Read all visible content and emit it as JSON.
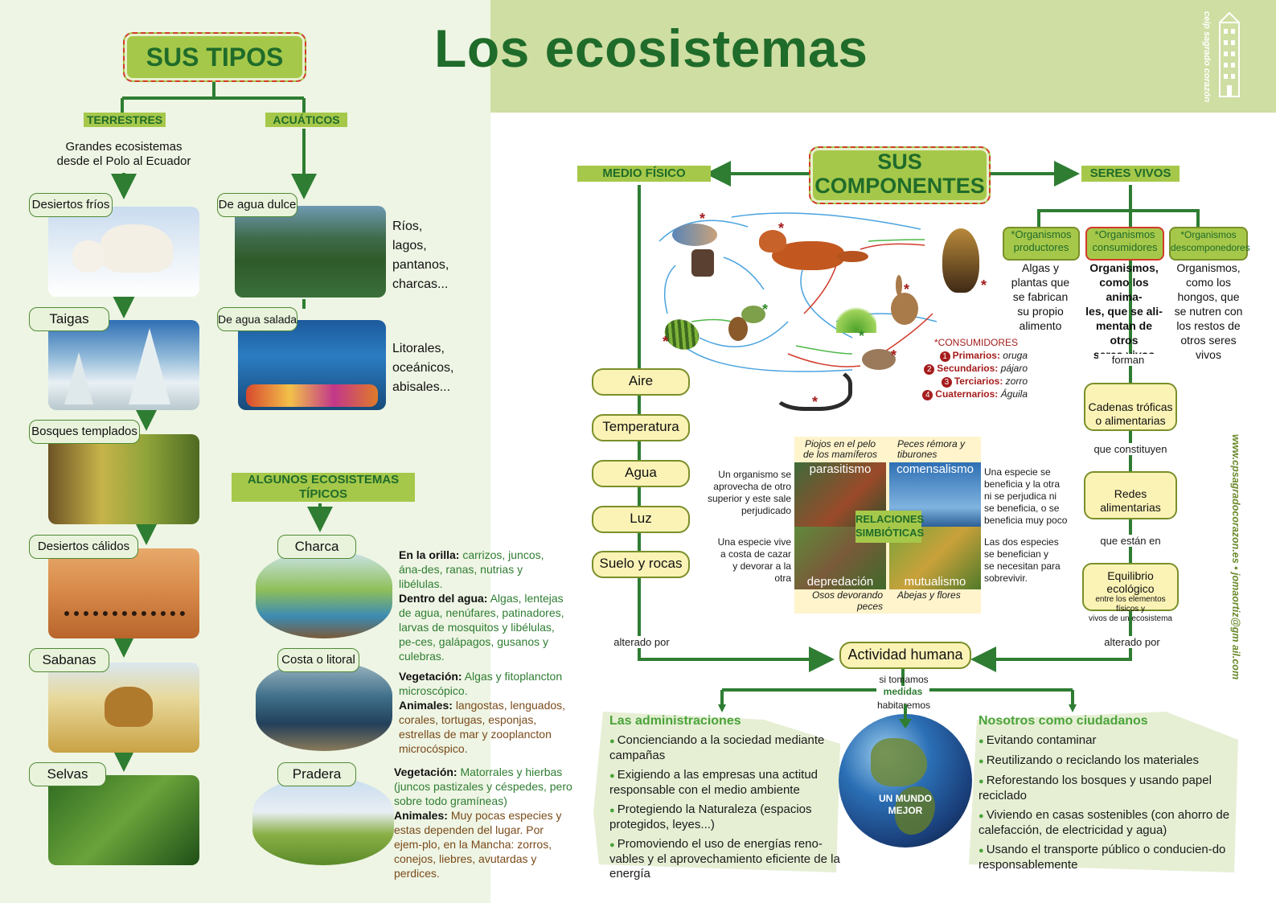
{
  "title": "Los ecosistemas",
  "school": "ceip sagrado corazón",
  "website": "www.cpsagradocorazon.es  •  jomaortiz@gm ail.com",
  "tipos": {
    "title": "SUS TIPOS",
    "terrestres": "TERRESTRES",
    "acuaticos": "ACUÁTICOS",
    "terrestres_desc": "Grandes ecosistemas\ndesde el Polo al Ecuador",
    "terrestres_items": [
      "Desiertos fríos",
      "Taigas",
      "Bosques templados",
      "Desiertos cálidos",
      "Sabanas",
      "Selvas"
    ],
    "dulce": "De agua dulce",
    "dulce_desc": "Ríos,\nlagos,\npantanos,\ncharcas...",
    "salada": "De agua salada",
    "salada_desc": "Litorales,\noceánicos,\nabisales..."
  },
  "tipicos": {
    "title": "ALGUNOS ECOSISTEMAS\nTÍPICOS",
    "charca": "Charca",
    "costa": "Costa o litoral",
    "pradera": "Pradera",
    "charca_orilla_label": "En la orilla:",
    "charca_orilla": "carrizos, juncos, ána-des, ranas, nutrias y libélulas.",
    "charca_agua_label": "Dentro del agua:",
    "charca_agua": "Algas, lentejas de agua, nenúfares, patinadores, larvas de mosquitos y libélulas, pe-ces, galápagos, gusanos y culebras.",
    "costa_veg_label": "Vegetación:",
    "costa_veg": "Algas y fitoplancton microscópico.",
    "costa_ani_label": "Animales:",
    "costa_ani": "langostas, lenguados, corales, tortugas, esponjas, estrellas de mar y zooplancton microcóspico.",
    "pradera_veg_label": "Vegetación:",
    "pradera_veg": "Matorrales y hierbas (juncos pastizales y céspedes, pero sobre todo gramíneas)",
    "pradera_ani_label": "Animales:",
    "pradera_ani": "Muy pocas especies  y estas dependen del lugar. Por ejem-plo, en la Mancha: zorros, conejos, liebres, avutardas y perdices."
  },
  "componentes": {
    "title": "SUS\nCOMPONENTES",
    "medio": "MEDIO FÍSICO",
    "seres": "SERES VIVOS",
    "medio_items": [
      "Aire",
      "Temperatura",
      "Agua",
      "Luz",
      "Suelo y rocas"
    ],
    "productores": "*Organismos\nproductores",
    "productores_desc": "Algas y\nplantas que\nse fabrican\nsu propio\nalimento",
    "consumidores": "*Organismos\nconsumidores",
    "consumidores_desc": "Organismos,\ncomo los anima-\nles, que se ali-\nmentan de otros\nseres vivos",
    "descomponedores": "*Organismos\ndescomponedores",
    "descomponedores_desc": "Organismos,\ncomo los\nhongos, que\nse nutren con\nlos restos de\notros seres\nvivos",
    "forman": "forman",
    "cadenas": "Cadenas tróficas\no alimentarias",
    "que_constituyen": "que constituyen",
    "redes": "Redes\nalimentarias",
    "que_estan_en": "que están en",
    "equilibrio": "Equilibrio ecológico",
    "equilibrio_sub": "entre los elementos físicos y\nvivos de un ecosistema",
    "alterado1": "alterado por",
    "alterado2": "alterado por",
    "actividad": "Actividad humana",
    "si_tomamos": "si tomamos",
    "medidas": "medidas",
    "habitaremos": "habitaremos",
    "mundo": "UN MUNDO\nMEJOR",
    "consum_title": "*CONSUMIDORES",
    "consum_items": [
      {
        "n": "1",
        "label": "Primarios:",
        "ex": "oruga"
      },
      {
        "n": "2",
        "label": "Secundarios:",
        "ex": "pájaro"
      },
      {
        "n": "3",
        "label": "Terciarios:",
        "ex": "zorro"
      },
      {
        "n": "4",
        "label": "Cuaternarios:",
        "ex": "Águila"
      }
    ]
  },
  "relaciones": {
    "title": "RELACIONES\nSIMBIÓTICAS",
    "parasitismo": "parasitismo",
    "comensalismo": "comensalismo",
    "depredacion": "depredación",
    "mutualismo": "mutualismo",
    "par_cap": "Piojos en el pelo\nde los mamíferos",
    "com_cap": "Peces rémora y\ntiburones",
    "dep_cap": "Osos devorando\npeces",
    "mut_cap": "Abejas y flores",
    "par_desc": "Un organismo se\naprovecha de otro\nsuperior  y este sale\nperjudicado",
    "com_desc": "Una especie se\nbeneficia y la otra\nni se perjudica ni\nse beneficia, o se\nbeneficia muy poco",
    "dep_desc": "Una especie vive\na costa de cazar\ny devorar a la\notra",
    "mut_desc": "Las dos especies\nse benefician y\nse necesitan para\nsobrevivir."
  },
  "admin": {
    "title": "Las administraciones",
    "items": [
      "Concienciando a la sociedad mediante campañas",
      "Exigiendo a las empresas una actitud responsable con el medio ambiente",
      "Protegiendo la Naturaleza (espacios protegidos, leyes...)",
      "Promoviendo el uso de energías reno-vables y el aprovechamiento eficiente de la energía"
    ]
  },
  "ciudadanos": {
    "title": "Nosotros como ciudadanos",
    "items": [
      "Evitando contaminar",
      "Reutilizando o reciclando los materiales",
      "Reforestando los bosques y usando papel reciclado",
      "Viviendo en casas sostenibles (con ahorro de calefacción, de electricidad y agua)",
      "Usando el transporte público o conducien-do responsablemente"
    ]
  }
}
